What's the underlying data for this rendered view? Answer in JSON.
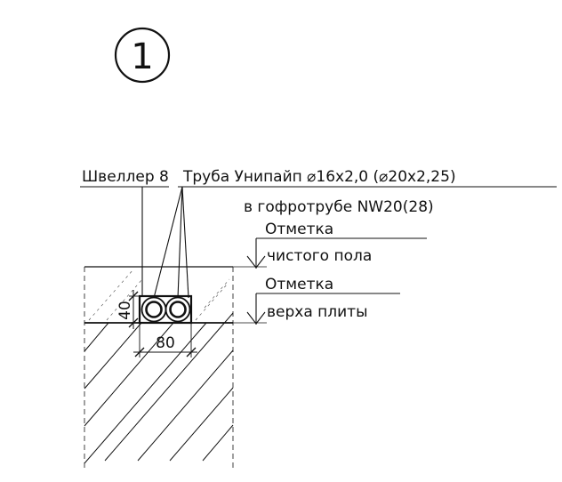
{
  "marker": {
    "number": "1"
  },
  "labels": {
    "channel": "Швеллер 8",
    "pipe": "Труба Унипайп ⌀16x2,0 (⌀20x2,25)",
    "corrugated": "в гофротрубе NW20(28)",
    "floor_mark_title": "Отметка",
    "floor_mark_text": "чистого пола",
    "slab_mark_title": "Отметка",
    "slab_mark_text": "верха плиты"
  },
  "dimensions": {
    "height": "40",
    "width": "80"
  },
  "colors": {
    "ink": "#111111",
    "paper": "#ffffff"
  }
}
